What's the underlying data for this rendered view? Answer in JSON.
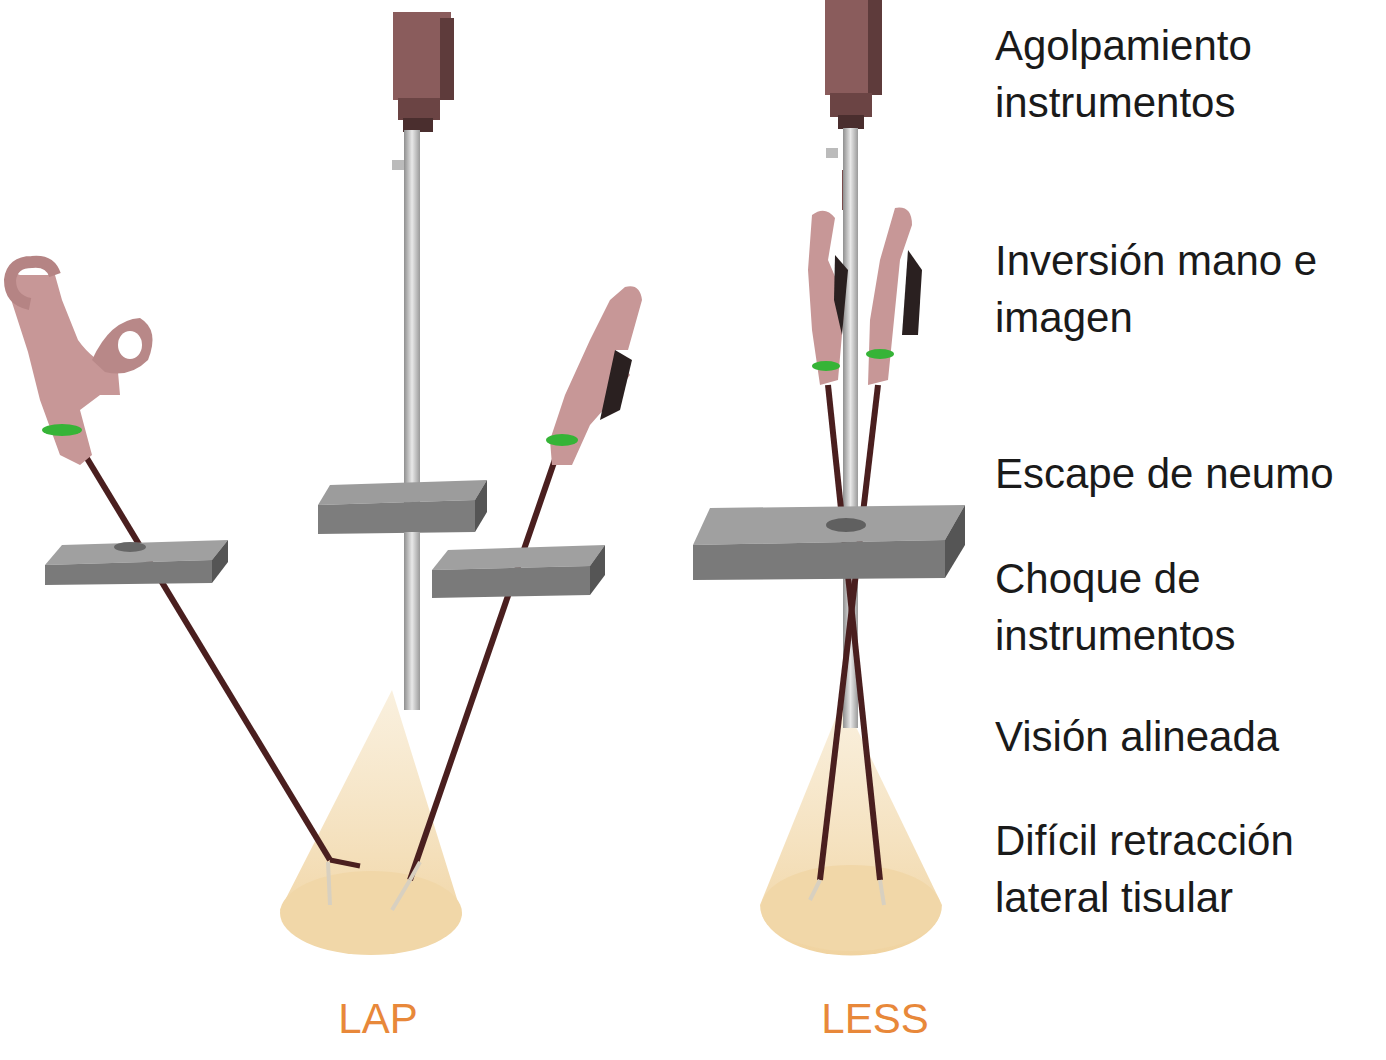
{
  "diagram": {
    "labels": [
      "Agolpamiento instrumentos",
      "Inversión mano e imagen",
      "Escape de neumo",
      "Choque de instrumentos",
      "Visión alineada",
      "Difícil retracción lateral tisular",
      "LAP",
      "LESS"
    ]
  }
}
